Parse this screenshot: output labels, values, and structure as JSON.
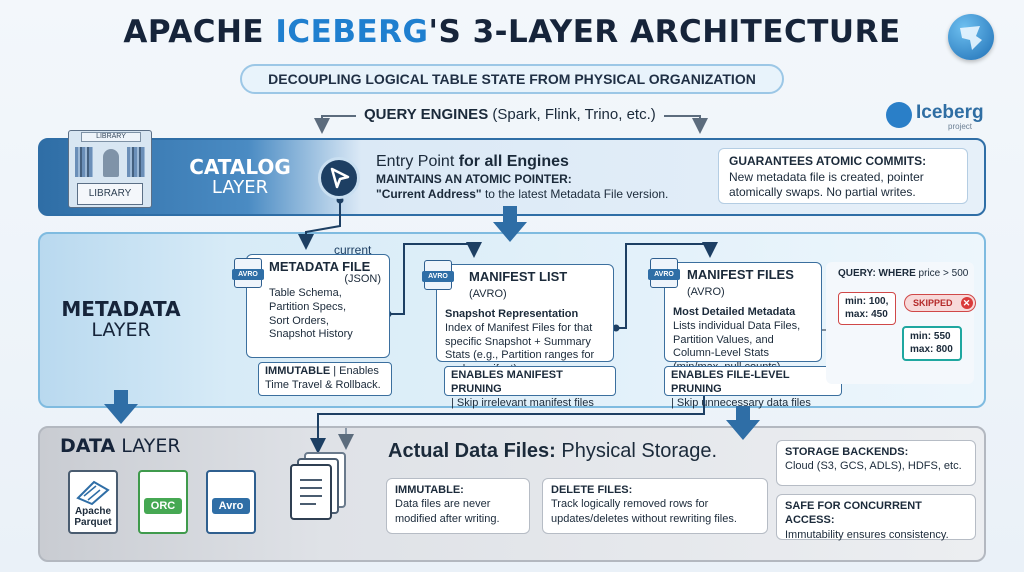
{
  "header": {
    "title_prefix": "APACHE ",
    "title_accent": "ICEBERG",
    "title_suffix": "'S 3-LAYER ARCHITECTURE",
    "subtitle": "DECOUPLING LOGICAL TABLE STATE FROM PHYSICAL ORGANIZATION",
    "brand_name": "Iceberg",
    "brand_sub": "project"
  },
  "query_engines": {
    "label": "QUERY ENGINES",
    "detail": "(Spark, Flink, Trino, etc.)"
  },
  "catalog": {
    "title_line1": "CATALOG",
    "title_line2": "LAYER",
    "library_sign": "LIBRARY",
    "library_desk": "LIBRARY",
    "entry_title_plain": "Entry Point ",
    "entry_title_bold": "for all Engines",
    "entry_line2": "MAINTAINS AN ATOMIC POINTER:",
    "entry_line3_bold": "\"Current Address\"",
    "entry_line3_rest": " to the latest Metadata File version.",
    "guarantee_title": "GUARANTEES ATOMIC COMMITS:",
    "guarantee_text": "New metadata file is created, pointer atomically swaps. No partial writes."
  },
  "metadata": {
    "title_line1": "METADATA",
    "title_line2": "LAYER",
    "current_label": "current",
    "avro_badge": "AVRO",
    "metadata_file": {
      "title": "METADATA FILE",
      "sub": "(JSON)",
      "lines": [
        "Table Schema,",
        "Partition Specs,",
        "Sort Orders,",
        "Snapshot History"
      ],
      "note_bold": "IMMUTABLE",
      "note_rest": " | Enables Time Travel & Rollback."
    },
    "manifest_list": {
      "title": "MANIFEST LIST",
      "sub": "(AVRO)",
      "heading": "Snapshot Representation",
      "text": "Index of Manifest Files for that specific Snapshot + Summary Stats (e.g., Partition ranges for each manifest).",
      "note_bold": "ENABLES MANIFEST PRUNING",
      "note_rest": "| Skip irrelevant manifest files"
    },
    "manifest_files": {
      "title": "MANIFEST FILES",
      "sub": "(AVRO)",
      "heading": "Most Detailed Metadata",
      "text": "Lists individual Data Files, Partition Values, and Column-Level Stats (min/max, null counts).",
      "note_bold": "ENABLES FILE-LEVEL PRUNING",
      "note_rest": "| Skip unnecessary data files"
    },
    "query": {
      "label_bold": "QUERY: WHERE",
      "label_rest": " price > 500",
      "block1_min": "min: 100,",
      "block1_max": "max: 450",
      "skipped": "SKIPPED",
      "skip_x": "✕",
      "block2_min": "min: 550",
      "block2_max": "max: 800"
    }
  },
  "data": {
    "title_bold": "DATA",
    "title_rest": " LAYER",
    "formats": [
      "Apache Parquet",
      "ORC",
      "Avro"
    ],
    "heading_bold": "Actual Data Files:",
    "heading_rest": " Physical Storage.",
    "immutable_title": "IMMUTABLE:",
    "immutable_text": "Data files are never modified after writing.",
    "delete_title": "DELETE FILES:",
    "delete_text": "Track logically removed rows for updates/deletes without rewriting files.",
    "storage_title": "STORAGE BACKENDS:",
    "storage_text": "Cloud (S3, GCS, ADLS), HDFS, etc.",
    "concurrent_title": "SAFE FOR CONCURRENT ACCESS:",
    "concurrent_text": "Immutability ensures consistency."
  },
  "colors": {
    "accent": "#1f7fcf",
    "catalog_blue": "#2f6ea6",
    "dark_navy": "#1d3f63",
    "skip_red": "#d04848",
    "pass_teal": "#1fa7a0"
  },
  "icons": [
    "iceberg-logo-icon",
    "iceberg-brand-icon",
    "library-icon",
    "cursor-pointer-icon",
    "avro-file-icon",
    "parquet-file-icon",
    "orc-file-icon",
    "data-files-stack-icon",
    "down-arrow-icon",
    "skip-x-icon"
  ]
}
